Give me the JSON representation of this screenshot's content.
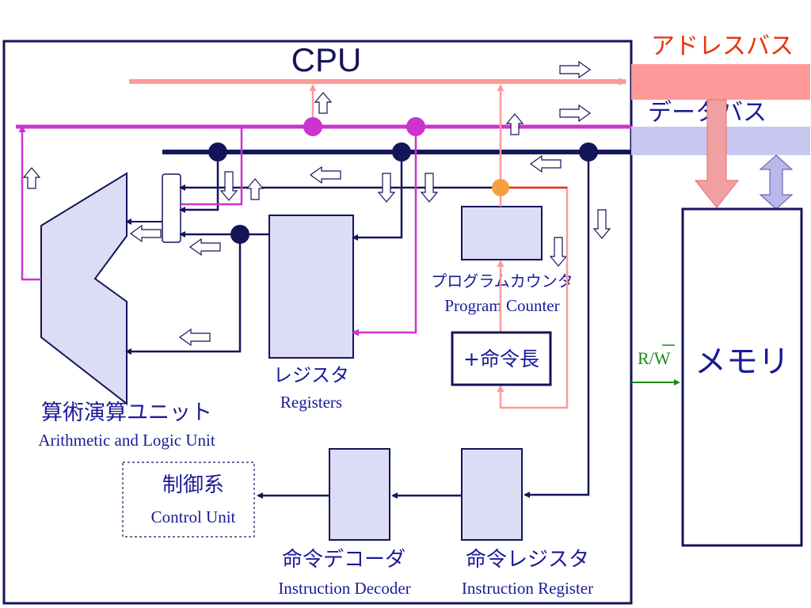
{
  "cpu": {
    "title": "CPU"
  },
  "buses": {
    "address": {
      "label": "アドレスバス",
      "color": "#ff9999",
      "label_color": "#e8320a"
    },
    "data": {
      "label": "データバス",
      "color": "#cc33cc",
      "label_color": "#1a1a9a"
    }
  },
  "memory": {
    "label": "メモリ",
    "rw_r": "R/",
    "rw_w": "W",
    "rw_color": "#1a8a1a"
  },
  "alu": {
    "label_jp": "算術演算ユニット",
    "label_en": "Arithmetic and Logic Unit"
  },
  "registers": {
    "label_jp": "レジスタ",
    "label_en": "Registers"
  },
  "program_counter": {
    "label_jp": "プログラムカウンタ",
    "label_en": "Program Counter"
  },
  "increment": {
    "label": "+命令長"
  },
  "control_unit": {
    "label_jp": "制御系",
    "label_en": "Control Unit"
  },
  "instruction_decoder": {
    "label_jp": "命令デコーダ",
    "label_en": "Instruction Decoder"
  },
  "instruction_register": {
    "label_jp": "命令レジスタ",
    "label_en": "Instruction Register"
  },
  "colors": {
    "internal_bus": "#14145a",
    "block_fill": "#dcdcf5",
    "block_stroke": "#14145a",
    "memory_bus_fill": "#c8c8f0",
    "pc_node": "#f5a040",
    "pc_wire": "#e8320a",
    "text": "#1a1a9a"
  }
}
